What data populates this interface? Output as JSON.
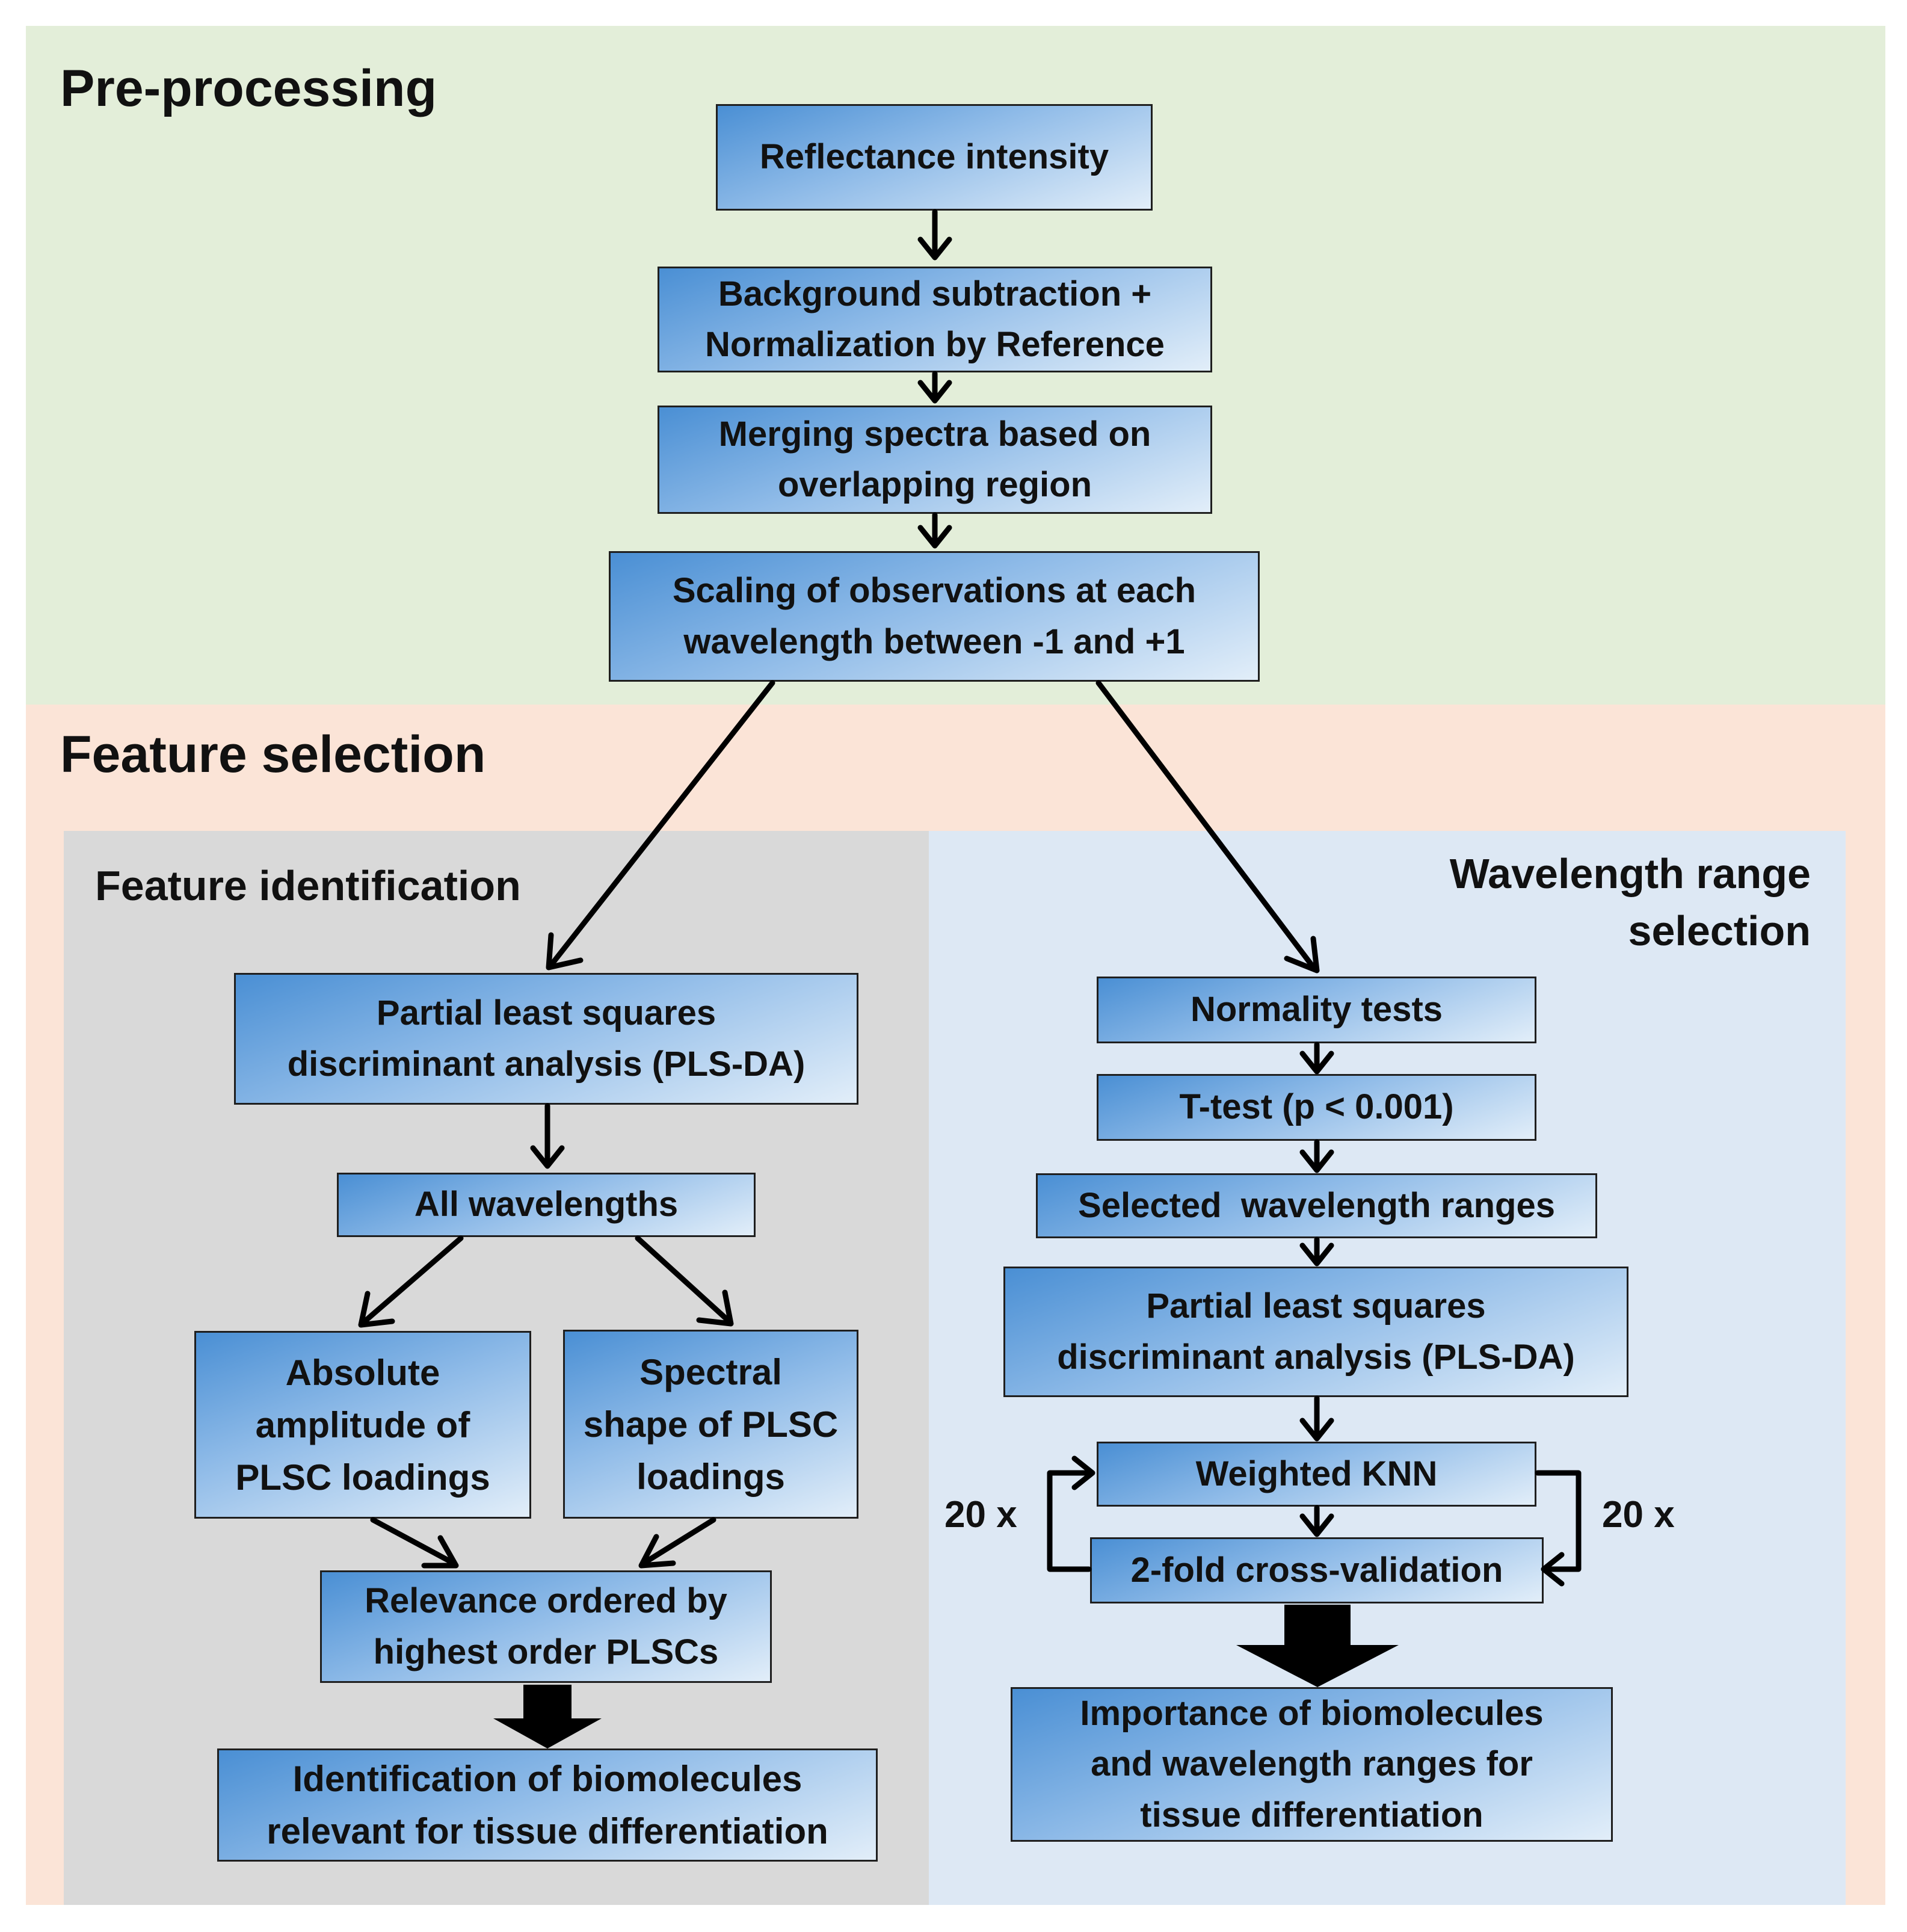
{
  "sections": {
    "preprocessing": "Pre-processing",
    "feature_selection": "Feature selection",
    "feature_identification": "Feature identification",
    "wavelength_range_selection": "Wavelength range selection"
  },
  "preprocessing_steps": {
    "reflectance": [
      "Reflectance intensity"
    ],
    "background": [
      "Background subtraction +",
      "Normalization by Reference"
    ],
    "merging": [
      "Merging spectra based on",
      "overlapping region"
    ],
    "scaling": [
      "Scaling of observations at each",
      "wavelength between -1 and +1"
    ]
  },
  "feature_identification_steps": {
    "plsda": [
      "Partial least squares",
      "discriminant analysis (PLS-DA)"
    ],
    "all_wavelengths": [
      "All wavelengths"
    ],
    "absolute_amplitude": [
      "Absolute",
      "amplitude of",
      "PLSC loadings"
    ],
    "spectral_shape": [
      "Spectral",
      "shape of PLSC",
      "loadings"
    ],
    "relevance": [
      "Relevance ordered by",
      "highest order PLSCs"
    ],
    "identification": [
      "Identification of biomolecules",
      "relevant for tissue differentiation"
    ]
  },
  "wavelength_selection_steps": {
    "normality": [
      "Normality tests"
    ],
    "ttest": [
      "T-test (p < 0.001)"
    ],
    "selected": [
      "Selected  wavelength ranges"
    ],
    "plsda": [
      "Partial least squares",
      "discriminant analysis (PLS-DA)"
    ],
    "knn": [
      "Weighted KNN"
    ],
    "crossval": [
      "2-fold cross-validation"
    ],
    "importance": [
      "Importance of biomolecules",
      "and wavelength ranges for",
      "tissue differentiation"
    ]
  },
  "loop_labels": {
    "left": "20 x",
    "right": "20 x"
  },
  "colors": {
    "preprocessing_bg": "#e3eed9",
    "feature_selection_bg": "#fbe4d7",
    "feature_identification_bg": "#d9d9d9",
    "wavelength_selection_bg": "#dde8f4",
    "box_gradient_dark": "#4a8fd4",
    "box_gradient_light": "#e2eef9",
    "arrow": "#000000"
  }
}
